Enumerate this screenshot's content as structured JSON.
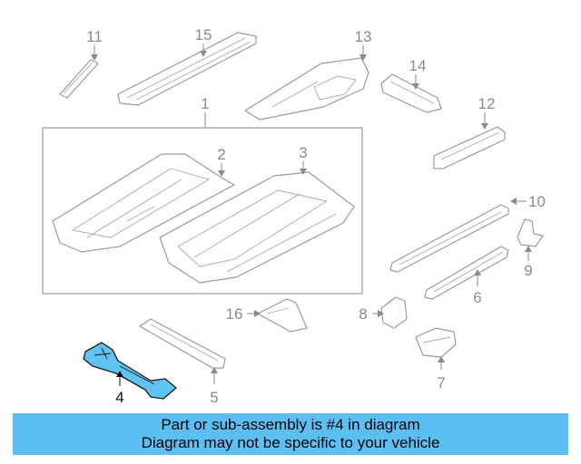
{
  "diagram": {
    "callouts": [
      "1",
      "2",
      "3",
      "4",
      "5",
      "6",
      "7",
      "8",
      "9",
      "10",
      "11",
      "12",
      "13",
      "14",
      "15",
      "16"
    ],
    "highlighted_part": "4"
  },
  "banner": {
    "line1": "Part or sub-assembly is #4 in diagram",
    "line2": "Diagram may not be specific to your vehicle",
    "background": "#5bbff2"
  },
  "colors": {
    "highlight_fill": "#5fc4f2",
    "line": "#9a9a9a"
  }
}
